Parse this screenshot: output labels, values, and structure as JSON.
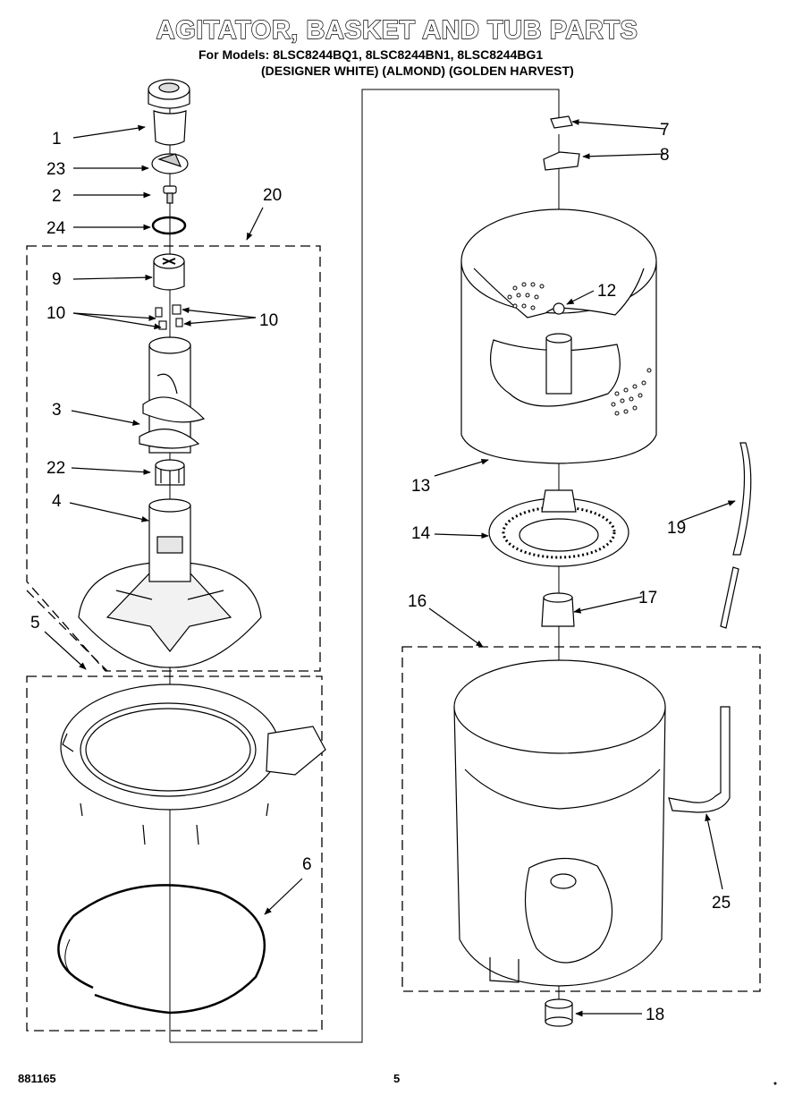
{
  "header": {
    "title": "AGITATOR, BASKET AND TUB PARTS",
    "models": "For Models: 8LSC8244BQ1, 8LSC8244BN1, 8LSC8244BG1",
    "colors": "(DESIGNER WHITE) (ALMOND) (GOLDEN HARVEST)"
  },
  "callouts": {
    "c1": "1",
    "c23": "23",
    "c2": "2",
    "c24": "24",
    "c20": "20",
    "c9": "9",
    "c10a": "10",
    "c10b": "10",
    "c3": "3",
    "c22": "22",
    "c4": "4",
    "c5": "5",
    "c6": "6",
    "c7": "7",
    "c8": "8",
    "c12": "12",
    "c13": "13",
    "c14": "14",
    "c19": "19",
    "c16": "16",
    "c17": "17",
    "c25": "25",
    "c18": "18"
  },
  "footer": {
    "code": "881165",
    "page": "5"
  }
}
